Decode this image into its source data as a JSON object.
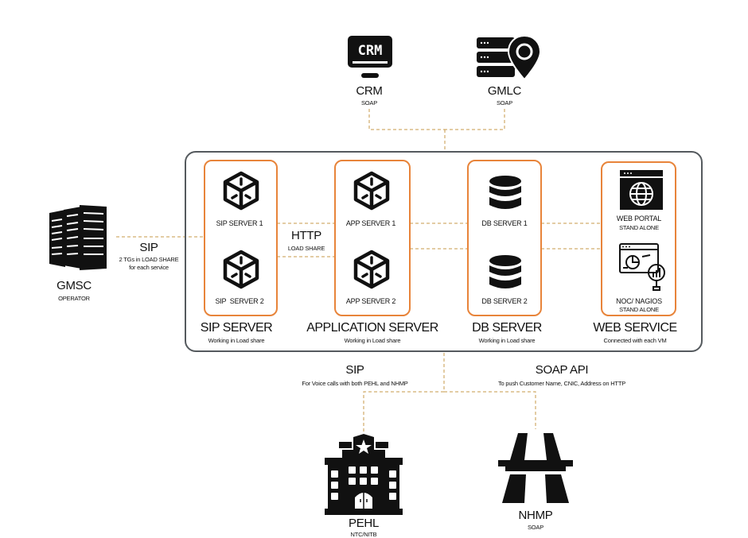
{
  "colors": {
    "orange": "#e8843a",
    "dash": "#c79a4a",
    "frame": "#555a5e",
    "icon": "#111111"
  },
  "top_nodes": {
    "crm": {
      "icon": "monitor-crm-icon",
      "icon_text": "CRM",
      "title": "CRM",
      "subtitle": "SOAP"
    },
    "gmlc": {
      "icon": "server-location-icon",
      "title": "GMLC",
      "subtitle": "SOAP"
    }
  },
  "gmsc": {
    "icon": "server-rack-icon",
    "title": "GMSC",
    "subtitle": "OPERATOR"
  },
  "sip_link": {
    "title": "SIP",
    "line1": "2 TGs in LOAD SHARE",
    "line2": "for each service"
  },
  "http_link": {
    "title": "HTTP",
    "subtitle": "LOAD SHARE"
  },
  "columns": [
    {
      "title": "SIP SERVER",
      "subtitle": "Working in Load share",
      "items": [
        {
          "label": "SIP SERVER 1",
          "icon": "cube-icon"
        },
        {
          "label": "SIP  SERVER 2",
          "icon": "cube-icon"
        }
      ]
    },
    {
      "title": "APPLICATION SERVER",
      "subtitle": "Working in Load share",
      "items": [
        {
          "label": "APP SERVER 1",
          "icon": "cube-icon"
        },
        {
          "label": "APP SERVER 2",
          "icon": "cube-icon"
        }
      ]
    },
    {
      "title": "DB SERVER",
      "subtitle": "Working in Load share",
      "items": [
        {
          "label": "DB SERVER 1",
          "icon": "database-icon"
        },
        {
          "label": "DB SERVER 2",
          "icon": "database-icon"
        }
      ]
    },
    {
      "title": "WEB SERVICE",
      "subtitle": "Connected with each VM",
      "items": [
        {
          "label": "WEB PORTAL",
          "sublabel": "STAND ALONE",
          "icon": "web-globe-icon"
        },
        {
          "label": "NOC/ NAGIOS",
          "sublabel": "STAND ALONE",
          "icon": "monitoring-dashboard-icon"
        }
      ]
    }
  ],
  "bottom_links": {
    "sip": {
      "title": "SIP",
      "subtitle": "For Voice calls with both PEHL and NHMP"
    },
    "soap": {
      "title": "SOAP API",
      "subtitle": "To push Customer Name, CNIC, Address on HTTP"
    }
  },
  "bottom_nodes": {
    "pehl": {
      "icon": "police-building-icon",
      "title": "PEHL",
      "subtitle": "NTC/NITB"
    },
    "nhmp": {
      "icon": "highway-icon",
      "title": "NHMP",
      "subtitle": "SOAP"
    }
  }
}
